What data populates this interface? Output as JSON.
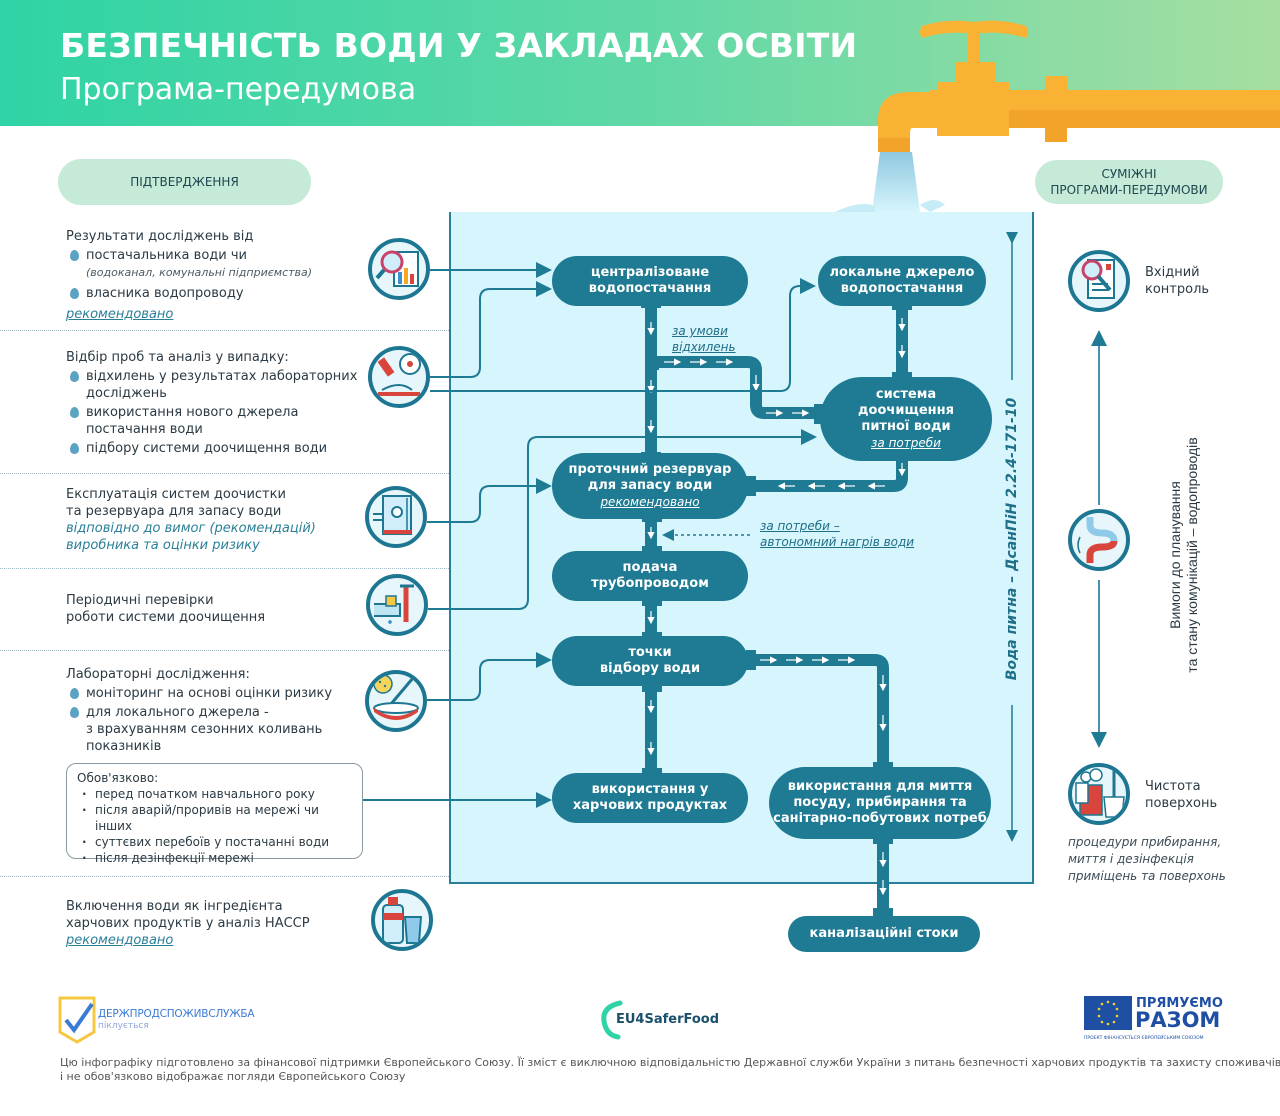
{
  "header": {
    "title": "БЕЗПЕЧНІСТЬ ВОДИ У ЗАКЛАДАХ ОСВІТИ",
    "subtitle": "Програма-передумова"
  },
  "left_column": {
    "header": "ПІДТВЕРДЖЕННЯ",
    "items": [
      {
        "head": "Результати досліджень від",
        "bullets": [
          "постачальника води чи",
          "власника водопроводу"
        ],
        "bullet_note": "(водоканал, комунальні підприємства)",
        "note": "рекомендовано",
        "icon": "magnifier-chart-icon"
      },
      {
        "head": "Відбір проб та аналіз у випадку:",
        "bullets": [
          "відхилень у результатах лабораторних досліджень",
          "використання нового джерела постачання води",
          "підбору системи доочищення води"
        ],
        "icon": "microscope-icon"
      },
      {
        "head": "Експлуатація систем доочистки",
        "head2": "та резервуара для запасу води",
        "note": "відповідно до вимог (рекомендацій)",
        "note2": "виробника та оцінки ризику",
        "icon": "water-tank-icon"
      },
      {
        "head": "Періодичні перевірки",
        "head2": "роботи системи доочищення",
        "icon": "pipe-wrench-icon"
      },
      {
        "head": "Лабораторні дослідження:",
        "bullets": [
          "моніторинг на основі оцінки ризику",
          "для локального джерела -",
          "з врахуванням сезонних коливань",
          "показників"
        ],
        "icon": "petri-dish-pipette-icon"
      },
      {
        "head": "Включення води як інгредієнта",
        "head2": "харчових продуктів у аналіз НАССР",
        "note": "рекомендовано",
        "icon": "water-bottle-glass-icon"
      }
    ],
    "mandatory": {
      "title": "Обов'язково:",
      "items": [
        "перед початком навчального року",
        "після аварій/проривів на мережі чи інших",
        "суттєвих перебоїв у постачанні води",
        "після дезінфекції мережі"
      ]
    }
  },
  "flow": {
    "nodes": {
      "central": [
        "централізоване",
        "водопостачання"
      ],
      "local": [
        "локальне джерело",
        "водопостачання"
      ],
      "treatment": [
        "система",
        "доочищення",
        "питної води"
      ],
      "treatment_note": "за потреби",
      "reservoir": [
        "проточний резервуар",
        "для запасу води"
      ],
      "reservoir_note": "рекомендовано",
      "pipeline": [
        "подача",
        "трубопроводом"
      ],
      "points": [
        "точки",
        "відбору води"
      ],
      "food": [
        "використання у",
        "харчових продуктах"
      ],
      "washing": [
        "використання для миття",
        "посуду, прибирання та",
        "санітарно-побутових потреб"
      ],
      "sewage": [
        "каналізаційні стоки"
      ]
    },
    "annotations": {
      "deviation": [
        "за умови",
        "відхилень"
      ],
      "heating": [
        "за потреби –",
        "автономний нагрів води"
      ]
    },
    "standard_label": "Вода питна – ДсанПіН 2.2.4-171-10"
  },
  "right_column": {
    "header": [
      "СУМІЖНІ",
      "ПРОГРАМИ-ПЕРЕДУМОВИ"
    ],
    "items": [
      {
        "label": [
          "Вхідний",
          "контроль"
        ],
        "icon": "document-magnifier-icon"
      },
      {
        "label": [
          "Вимоги до планування",
          "та стану комунікацій – водопроводів"
        ],
        "icon": "pipes-icon"
      },
      {
        "label": [
          "Чистота",
          "поверхонь"
        ],
        "icon": "cleaning-supplies-icon"
      }
    ],
    "cleaning_note": [
      "процедури прибирання,",
      "миття і дезінфекція",
      "приміщень та поверхонь"
    ]
  },
  "footer": {
    "logos": {
      "dpss_name": "ДЕРЖПРОДСПОЖИВСЛУЖБА",
      "dpss_tagline": "піклується",
      "eu4safer": "EU4SaferFood",
      "together_line1": "ПРЯМУЄМО",
      "together_line2": "РАЗОМ",
      "together_tagline": "ПРОЕКТ ФІНАНСУЄТЬСЯ ЄВРОПЕЙСЬКИМ СОЮЗОМ"
    },
    "disclaimer_line1": "Цю інфографіку підготовлено за фінансової підтримки Європейського Союзу. Її зміст є виключною відповідальністю Державної служби України з питань безпечності харчових продуктів та захисту споживачів",
    "disclaimer_line2": "і не обов'язково відображає погляди Європейського Союзу"
  },
  "colors": {
    "accent_teal": "#1e7b93",
    "water_bg": "#d6f5fc",
    "pill_green": "#c5ead8",
    "tap_orange": "#f9b233",
    "header_green_start": "#2fd3a5",
    "header_green_end": "#a6dea2",
    "icon_red": "#d8453c"
  }
}
